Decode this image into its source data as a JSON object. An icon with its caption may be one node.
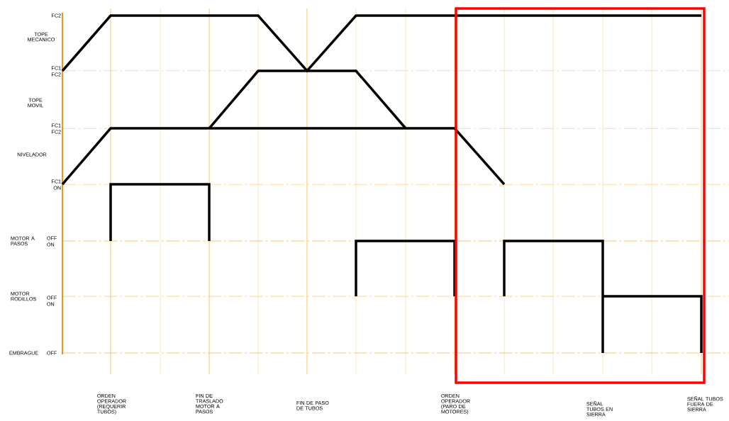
{
  "diagram": {
    "labels": [
      "FC2",
      "TOPE MECANICO",
      "FC1",
      "FC2",
      "TOPE MOVIL",
      "FC1",
      "FC2",
      "NIVELADOR",
      "FC1",
      "ON",
      "MOTOR A PASOS",
      "OFF",
      "ON",
      "MOTOR RODILLOS",
      "OFF",
      "ON",
      "EMBRAGUE",
      "OFF",
      "ORDEN OPERADOR (REQUERIR TUBOS)",
      "FIN DE TRASLADO MOTOR A PASOS",
      "FIN DE PASO DE TUBOS",
      "ORDEN OPERADOR (PARO DE MOTORES)",
      "SEÑAL TUBOS EN SIERRA",
      "SEÑAL TUBOS FUERA DE SIERRA"
    ]
  }
}
